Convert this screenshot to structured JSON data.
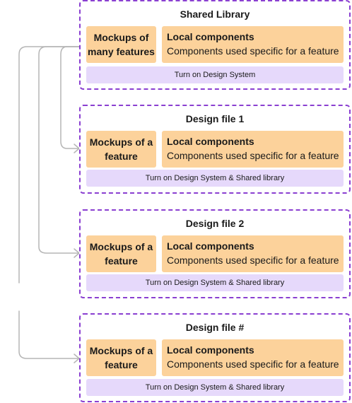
{
  "blocks": [
    {
      "title": "Shared Library",
      "mockups": "Mockups of\nmany features",
      "local_title": "Local components",
      "local_desc": "Components used specific for a feature",
      "turn_on": "Turn on Design System"
    },
    {
      "title": "Design file 1",
      "mockups": "Mockups of a\nfeature",
      "local_title": "Local components",
      "local_desc": "Components used specific for a feature",
      "turn_on": "Turn on Design System & Shared library"
    },
    {
      "title": "Design file 2",
      "mockups": "Mockups of a\nfeature",
      "local_title": "Local components",
      "local_desc": "Components used specific for a feature",
      "turn_on": "Turn on Design System & Shared library"
    },
    {
      "title": "Design file #",
      "mockups": "Mockups of a\nfeature",
      "local_title": "Local components",
      "local_desc": "Components used specific for a feature",
      "turn_on": "Turn on Design System & Shared library"
    }
  ],
  "colors": {
    "border": "#8a3fd1",
    "orange_box": "#fcd29b",
    "purple_bar": "#e6d9fb",
    "connector": "#b5b5b5"
  }
}
